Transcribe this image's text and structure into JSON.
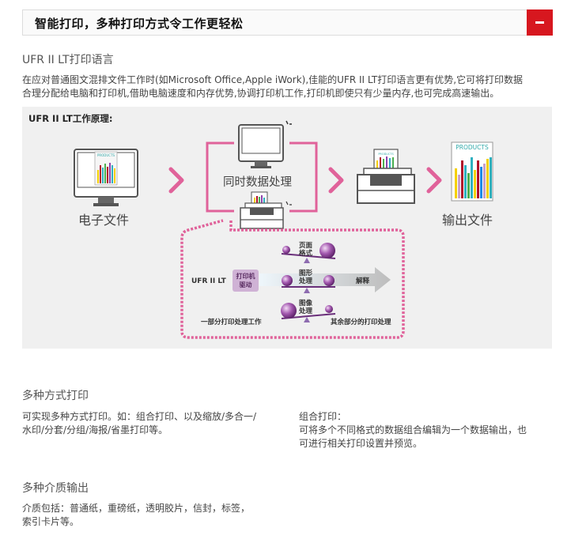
{
  "header": {
    "title": "智能打印，多种打印方式令工作更轻松",
    "collapse_button": "collapse-minus",
    "accent_color": "#d7171f"
  },
  "ufr_section": {
    "title": "UFR II LT打印语言",
    "paragraph_line1": "在应对普通图文混排文件工作时(如Microsoft Office,Apple iWork),佳能的UFR II LT打印语言更有优势,它可将打印数据",
    "paragraph_line2": "合理分配给电脑和打印机,借助电脑速度和内存优势,协调打印机工作,打印机即使只有少量内存,也可完成高速输出。"
  },
  "diagram": {
    "label": "UFR II LT工作原理:",
    "step1_label": "电子文件",
    "step2_label": "同时数据处理",
    "step4_label": "输出文件",
    "doc_heading": "PRODUCTS",
    "detail": {
      "ufr_label": "UFR II LT",
      "driver_line1": "打印机",
      "driver_line2": "驱动",
      "arrow_label": "解释",
      "balance_top_line1": "页面",
      "balance_top_line2": "格式",
      "balance_mid_line1": "图形",
      "balance_mid_line2": "处理",
      "balance_bot_line1": "图像",
      "balance_bot_line2": "处理",
      "left_caption": "一部分打印处理工作",
      "right_caption": "其余部分的打印处理"
    },
    "pink_color": "#e0629a",
    "purple_color": "#9b4aa8"
  },
  "multi_print": {
    "title": "多种方式打印",
    "left_line1": "可实现多种方式打印。如：组合打印、以及缩放/多合一/",
    "left_line2": "水印/分套/分组/海报/省墨打印等。",
    "right_line1": "组合打印：",
    "right_line2": "可将多个不同格式的数据组合编辑为一个数据输出，也",
    "right_line3": "可进行相关打印设置并预览。"
  },
  "media": {
    "title": "多种介质输出",
    "line1": "介质包括：普通纸，重磅纸，透明胶片，信封，标签，",
    "line2": "索引卡片等。"
  }
}
